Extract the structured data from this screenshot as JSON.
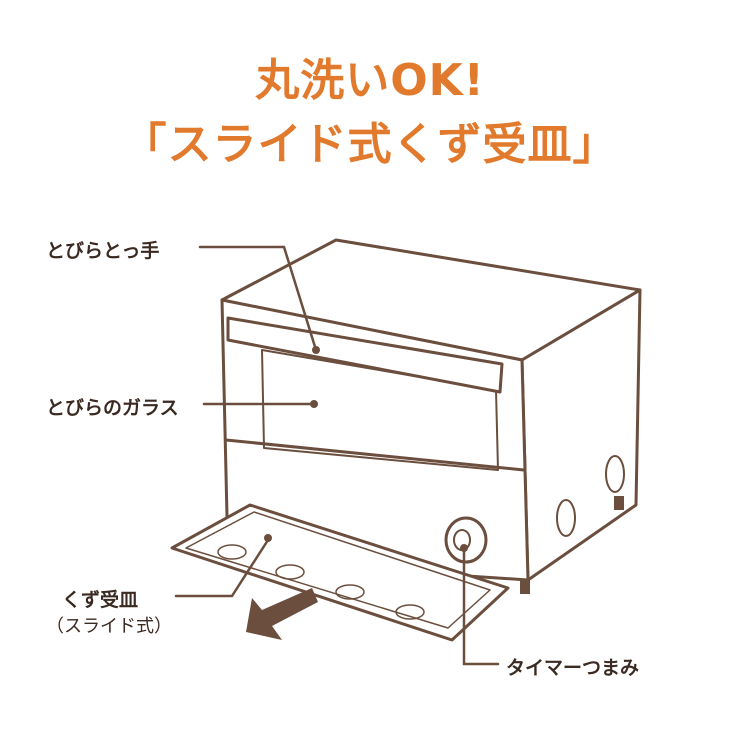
{
  "title": {
    "line1": "丸洗いOK!",
    "line2": "「スライド式くず受皿」"
  },
  "labels": {
    "door_handle": "とびらとっ手",
    "door_glass": "とびらのガラス",
    "crumb_tray": "くず受皿",
    "crumb_tray_sub": "（スライド式）",
    "timer_knob": "タイマーつまみ"
  },
  "colors": {
    "title": "#e27a2d",
    "line": "#6b4e3d",
    "text": "#3a2a22"
  }
}
